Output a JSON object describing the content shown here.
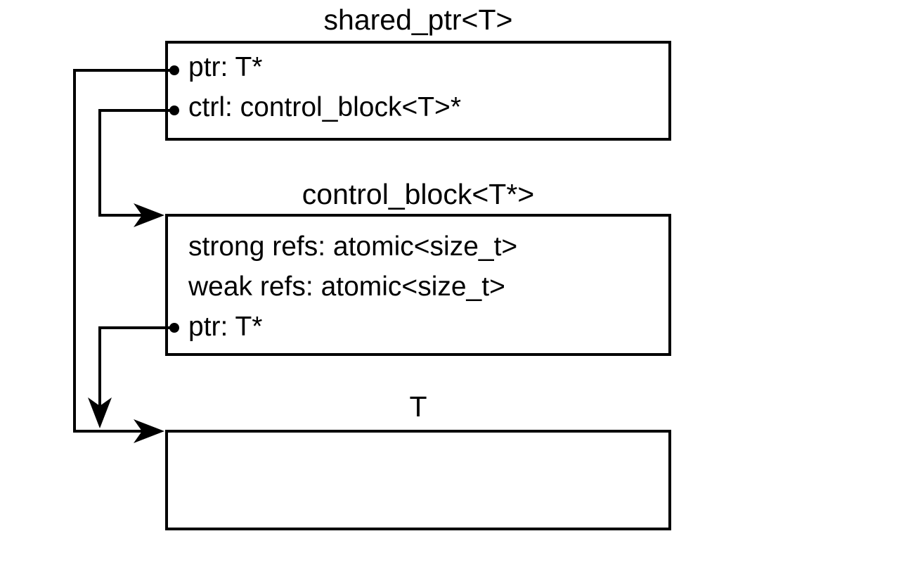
{
  "diagram": {
    "background_color": "#ffffff",
    "line_color": "#000000",
    "boxes": [
      {
        "id": "shared_ptr",
        "title": "shared_ptr<T>",
        "fields": [
          {
            "label": "ptr: T*",
            "bullet": true
          },
          {
            "label": "ctrl: control_block<T>*",
            "bullet": true
          }
        ]
      },
      {
        "id": "control_block",
        "title": "control_block<T*>",
        "fields": [
          {
            "label": "strong refs: atomic<size_t>",
            "bullet": false
          },
          {
            "label": "weak refs: atomic<size_t>",
            "bullet": false
          },
          {
            "label": "ptr: T*",
            "bullet": true
          }
        ]
      },
      {
        "id": "T",
        "title": "T",
        "fields": []
      }
    ],
    "edges": [
      {
        "from": "shared_ptr.ptr",
        "to": "T",
        "style": "arrow"
      },
      {
        "from": "shared_ptr.ctrl",
        "to": "control_block",
        "style": "arrow"
      },
      {
        "from": "control_block.ptr",
        "to": "T",
        "style": "arrow"
      }
    ]
  }
}
